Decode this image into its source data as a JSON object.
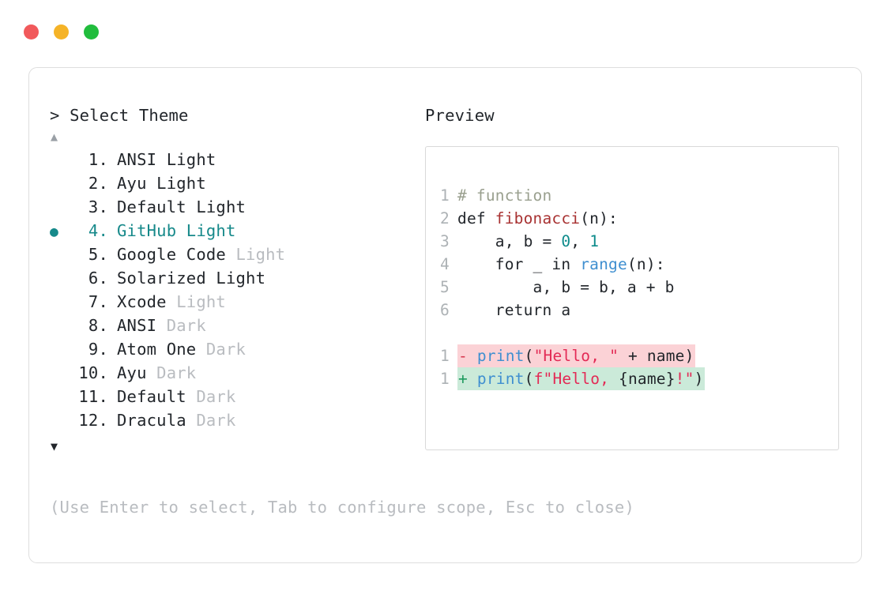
{
  "window_controls": [
    {
      "name": "close",
      "color": "#f1595b"
    },
    {
      "name": "minimize",
      "color": "#f5b327"
    },
    {
      "name": "maximize",
      "color": "#21bd3d"
    }
  ],
  "picker": {
    "prompt": "> Select Theme",
    "scroll_up_glyph": "▲",
    "scroll_down_glyph": "▼",
    "selected_bullet": "●",
    "selected_index": 4,
    "accent_color": "#16898a",
    "dim_color": "#b9bcc0",
    "items": [
      {
        "number": "1.",
        "name": "ANSI Light",
        "variant": "",
        "selected": false,
        "bullet": ""
      },
      {
        "number": "2.",
        "name": "Ayu Light",
        "variant": "",
        "selected": false,
        "bullet": ""
      },
      {
        "number": "3.",
        "name": "Default Light",
        "variant": "",
        "selected": false,
        "bullet": ""
      },
      {
        "number": "4.",
        "name": "GitHub Light",
        "variant": "",
        "selected": true,
        "bullet": "●"
      },
      {
        "number": "5.",
        "name": "Google Code",
        "variant": " Light",
        "selected": false,
        "bullet": ""
      },
      {
        "number": "6.",
        "name": "Solarized Light",
        "variant": "",
        "selected": false,
        "bullet": ""
      },
      {
        "number": "7.",
        "name": "Xcode",
        "variant": " Light",
        "selected": false,
        "bullet": ""
      },
      {
        "number": "8.",
        "name": "ANSI",
        "variant": " Dark",
        "selected": false,
        "bullet": ""
      },
      {
        "number": "9.",
        "name": "Atom One",
        "variant": " Dark",
        "selected": false,
        "bullet": ""
      },
      {
        "number": "10.",
        "name": "Ayu",
        "variant": " Dark",
        "selected": false,
        "bullet": ""
      },
      {
        "number": "11.",
        "name": "Default",
        "variant": " Dark",
        "selected": false,
        "bullet": ""
      },
      {
        "number": "12.",
        "name": "Dracula",
        "variant": " Dark",
        "selected": false,
        "bullet": ""
      }
    ],
    "hint": "(Use Enter to select, Tab to configure scope, Esc to close)"
  },
  "preview": {
    "label": "Preview",
    "code_lines": [
      {
        "ln": "1",
        "segments": [
          {
            "text": "# function",
            "cls": "tok-comment"
          }
        ]
      },
      {
        "ln": "2",
        "segments": [
          {
            "text": "def ",
            "cls": "tok-kw"
          },
          {
            "text": "fibonacci",
            "cls": "tok-fn"
          },
          {
            "text": "(n):",
            "cls": "tok-plain"
          }
        ]
      },
      {
        "ln": "3",
        "segments": [
          {
            "text": "    a, b = ",
            "cls": "tok-plain"
          },
          {
            "text": "0",
            "cls": "tok-num"
          },
          {
            "text": ", ",
            "cls": "tok-plain"
          },
          {
            "text": "1",
            "cls": "tok-num"
          }
        ]
      },
      {
        "ln": "4",
        "segments": [
          {
            "text": "    for _ in ",
            "cls": "tok-plain"
          },
          {
            "text": "range",
            "cls": "tok-builtin"
          },
          {
            "text": "(n):",
            "cls": "tok-plain"
          }
        ]
      },
      {
        "ln": "5",
        "segments": [
          {
            "text": "        a, b = b, a + b",
            "cls": "tok-plain"
          }
        ]
      },
      {
        "ln": "6",
        "segments": [
          {
            "text": "    return a",
            "cls": "tok-plain"
          }
        ]
      }
    ],
    "diff_lines": [
      {
        "ln": "1",
        "type": "removed",
        "marker": "-",
        "segments": [
          {
            "text": "print",
            "cls": "tok-print"
          },
          {
            "text": "(",
            "cls": "tok-plain"
          },
          {
            "text": "\"Hello, \"",
            "cls": "tok-str"
          },
          {
            "text": " + name)",
            "cls": "tok-plain"
          }
        ]
      },
      {
        "ln": "1",
        "type": "added",
        "marker": "+",
        "segments": [
          {
            "text": "print",
            "cls": "tok-print"
          },
          {
            "text": "(",
            "cls": "tok-plain"
          },
          {
            "text": "f\"Hello, ",
            "cls": "tok-str"
          },
          {
            "text": "{name}",
            "cls": "tok-plain"
          },
          {
            "text": "!\"",
            "cls": "tok-str"
          },
          {
            "text": ")",
            "cls": "tok-plain"
          }
        ]
      }
    ]
  }
}
